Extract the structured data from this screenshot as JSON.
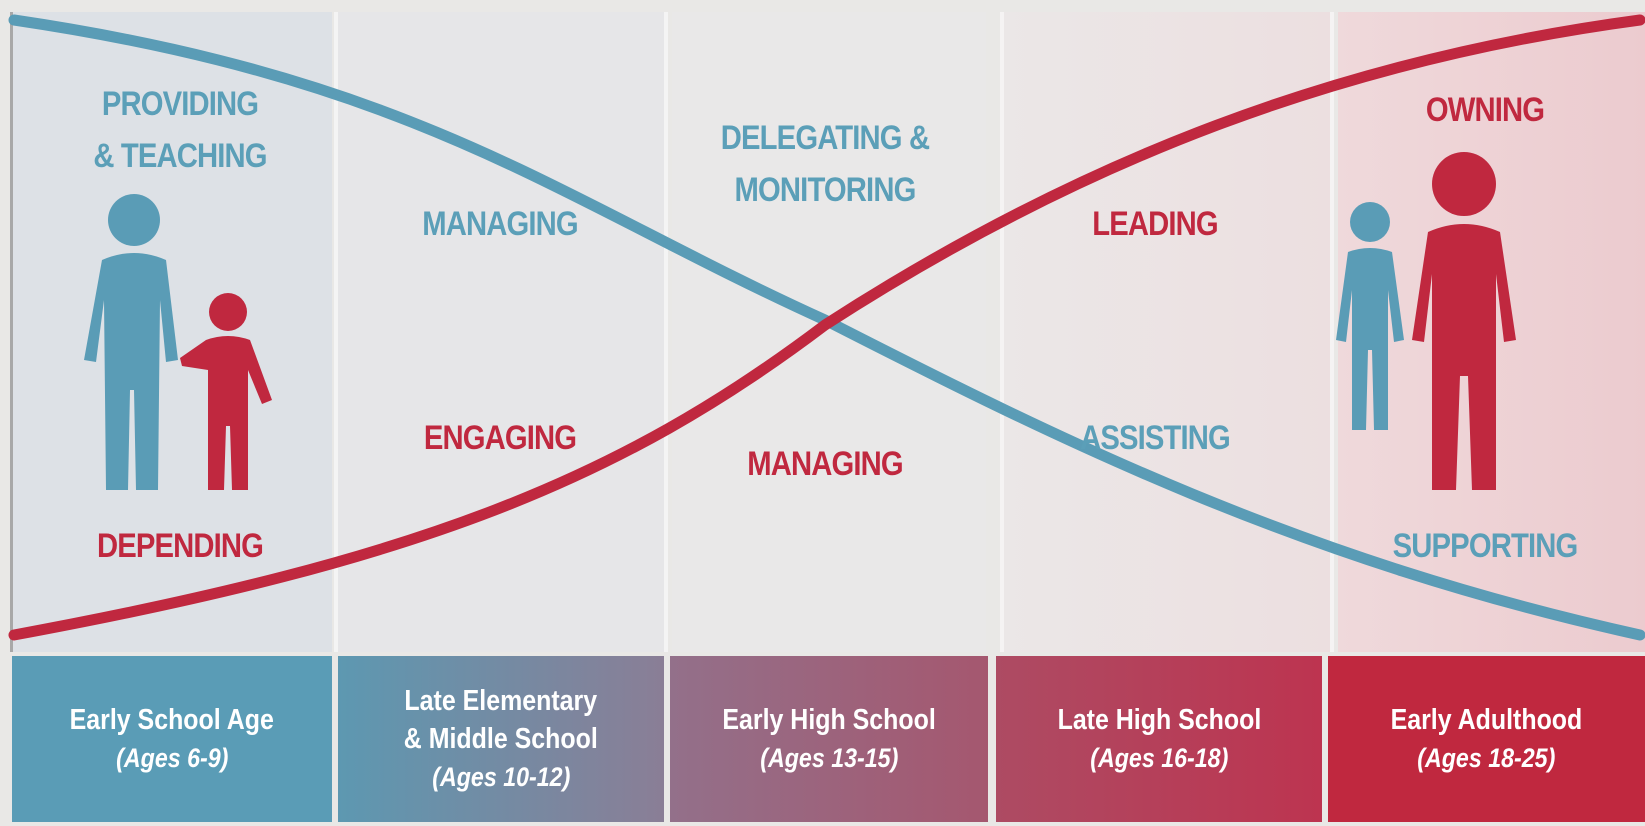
{
  "colors": {
    "blue": "#5a9cb6",
    "red": "#c0283f"
  },
  "stages": [
    {
      "top_label": "PROVIDING\n& TEACHING",
      "top_color": "blue",
      "bottom_label": "DEPENDING",
      "bottom_color": "red",
      "period": "Early School Age",
      "ages": "(Ages 6-9)"
    },
    {
      "top_label": "MANAGING",
      "top_color": "blue",
      "bottom_label": "ENGAGING",
      "bottom_color": "red",
      "period": "Late Elementary\n& Middle School",
      "ages": "(Ages 10-12)"
    },
    {
      "top_label": "DELEGATING &\nMONITORING",
      "top_color": "blue",
      "bottom_label": "MANAGING",
      "bottom_color": "red",
      "period": "Early High School",
      "ages": "(Ages 13-15)"
    },
    {
      "top_label": "LEADING",
      "top_color": "red",
      "bottom_label": "ASSISTING",
      "bottom_color": "blue",
      "period": "Late High School",
      "ages": "(Ages 16-18)"
    },
    {
      "top_label": "OWNING",
      "top_color": "red",
      "bottom_label": "SUPPORTING",
      "bottom_color": "blue",
      "period": "Early Adulthood",
      "ages": "(Ages 18-25)"
    }
  ],
  "icons": {
    "early_stage": [
      "adult-figure-icon",
      "child-figure-icon"
    ],
    "late_stage": [
      "adult-figure-icon",
      "adult-child-figure-icon"
    ]
  }
}
